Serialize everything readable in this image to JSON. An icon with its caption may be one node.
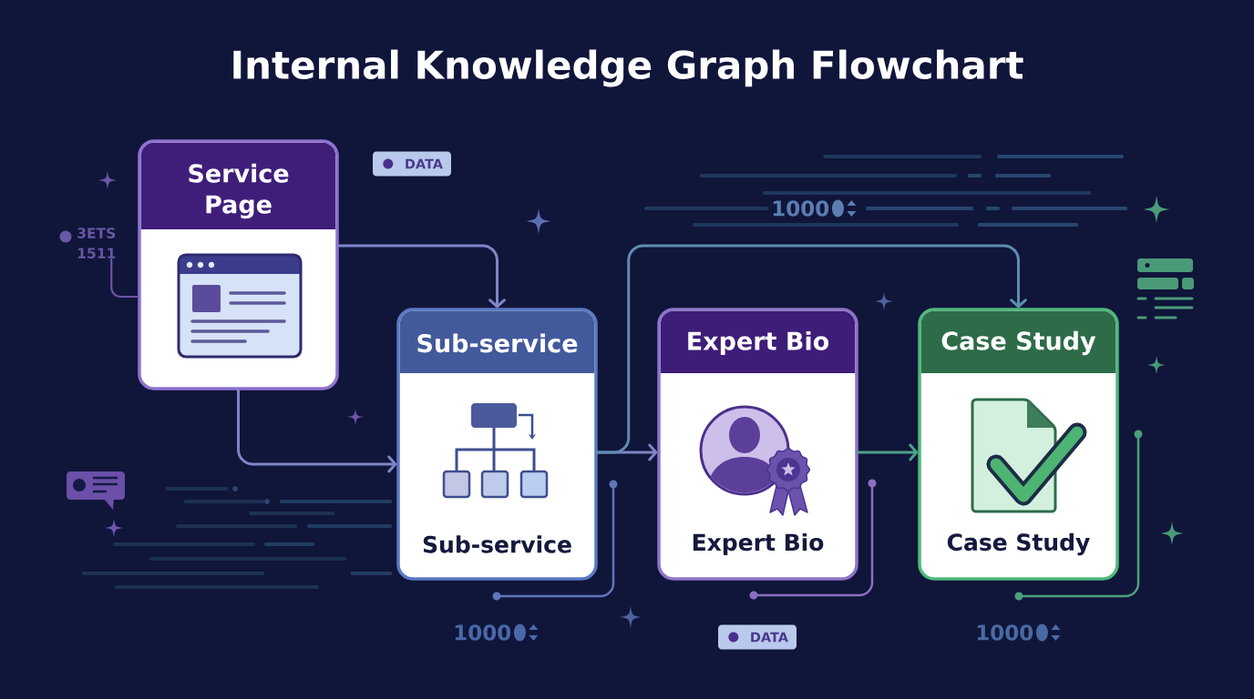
{
  "diagram": {
    "title": "Internal Knowledge Graph Flowchart",
    "nodes": [
      {
        "text": [
          "Service Page"
        ]
      },
      {
        "text": [
          "DATA"
        ]
      },
      {
        "text": [
          "3ETS 1511"
        ]
      },
      {
        "text": [
          "Sub-service",
          "Sub-service"
        ]
      },
      {
        "text": [
          "Expert Bio",
          "Expert Bio"
        ]
      },
      {
        "text": [
          "Case Study",
          "Case Study"
        ]
      },
      {
        "text": [
          "DATA"
        ]
      }
    ],
    "edges": [
      {
        "from": 2,
        "to": 0,
        "arrow": "none",
        "color": "#6b55a6"
      },
      {
        "from": 0,
        "to": 3,
        "arrow": "to"
      },
      {
        "from": 0,
        "to": 3,
        "arrow": "to"
      },
      {
        "from": 3,
        "to": 4,
        "arrow": "to"
      },
      {
        "from": 3,
        "to": 5,
        "arrow": "to",
        "color": "#5d8db0"
      },
      {
        "from": 4,
        "to": 5,
        "arrow": "to",
        "color": "#4fa08a"
      }
    ],
    "labels": [
      "1000",
      "1000",
      "1000"
    ]
  }
}
